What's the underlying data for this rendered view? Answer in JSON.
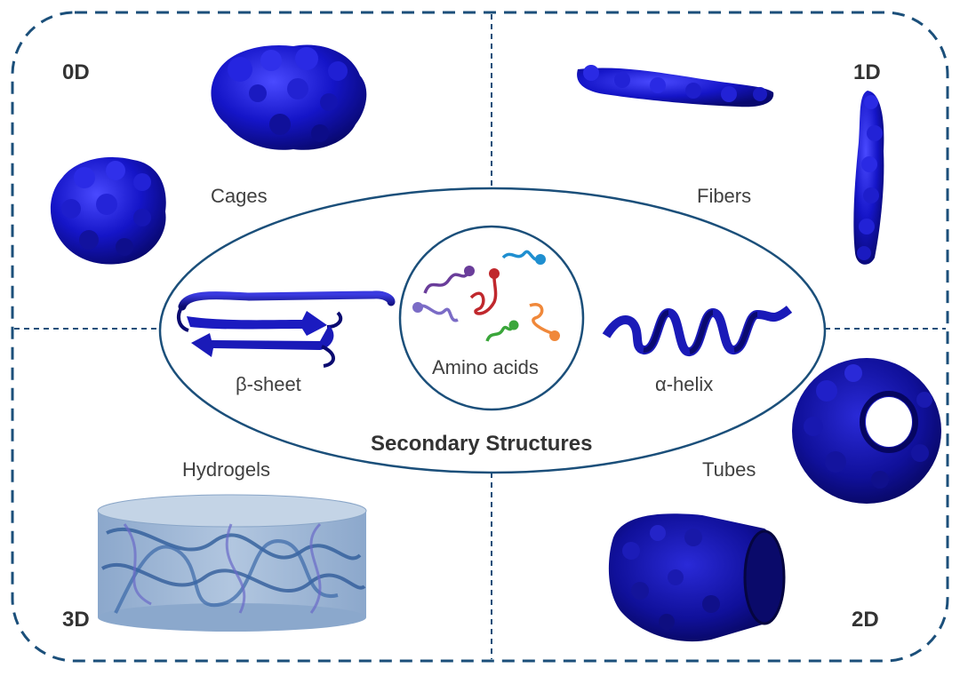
{
  "quadrants": {
    "zero_d": {
      "dim": "0D",
      "label": "Cages"
    },
    "one_d": {
      "dim": "1D",
      "label": "Fibers"
    },
    "two_d": {
      "dim": "2D",
      "label": "Tubes"
    },
    "three_d": {
      "dim": "3D",
      "label": "Hydrogels"
    }
  },
  "center": {
    "title": "Secondary Structures",
    "left_label": "β-sheet",
    "middle_label": "Amino acids",
    "right_label": "α-helix"
  },
  "amino_acid_colors": [
    "#6a3d9a",
    "#7b6cc6",
    "#c0282d",
    "#1f8fd0",
    "#3aa63a",
    "#f0883a"
  ],
  "colors": {
    "frame": "#1b4f7a",
    "protein": "#1a1acc",
    "protein_dark": "#0a0a8a",
    "hydrogel": "#5b84b8"
  }
}
